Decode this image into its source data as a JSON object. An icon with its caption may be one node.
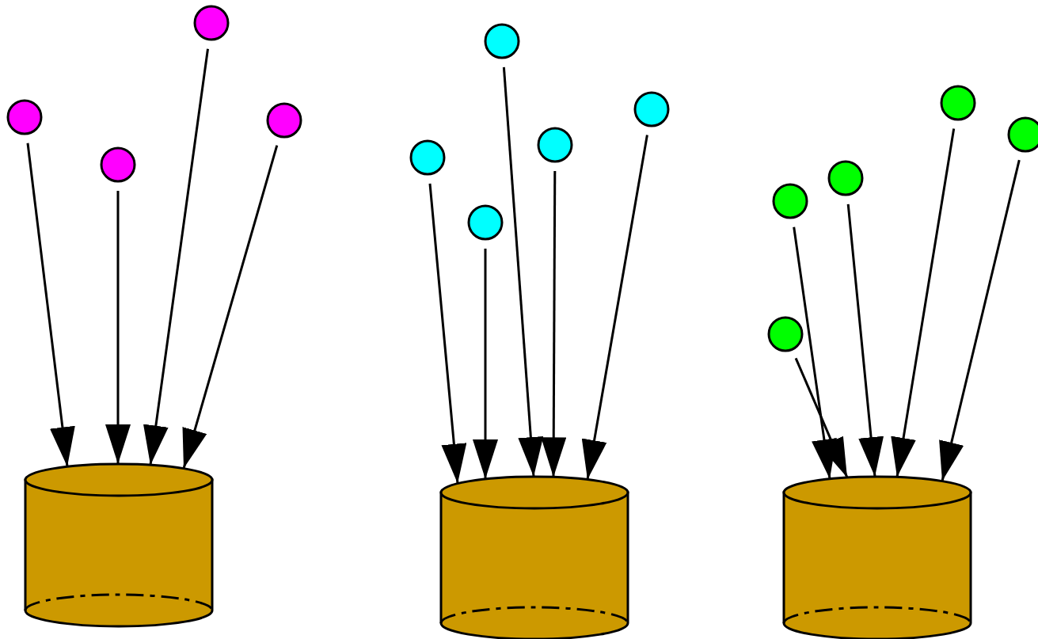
{
  "diagram": {
    "nodes": [
      {
        "text": [],
        "shape": "circle"
      },
      {
        "text": [],
        "shape": "circle"
      },
      {
        "text": [],
        "shape": "circle"
      },
      {
        "text": [],
        "shape": "circle"
      },
      {
        "text": [],
        "shape": "circle"
      },
      {
        "text": [],
        "shape": "circle"
      },
      {
        "text": [],
        "shape": "circle"
      },
      {
        "text": [],
        "shape": "circle"
      },
      {
        "text": [],
        "shape": "circle"
      },
      {
        "text": [],
        "shape": "circle"
      },
      {
        "text": [],
        "shape": "circle"
      },
      {
        "text": [],
        "shape": "circle"
      },
      {
        "text": [],
        "shape": "circle"
      },
      {
        "text": [],
        "shape": "circle"
      },
      {
        "text": [],
        "shape": "cylinder"
      },
      {
        "text": [],
        "shape": "cylinder"
      },
      {
        "text": [],
        "shape": "cylinder"
      }
    ],
    "edges": [
      {
        "from": 0,
        "to": 14,
        "arrow": "to"
      },
      {
        "from": 1,
        "to": 14,
        "arrow": "to"
      },
      {
        "from": 2,
        "to": 14,
        "arrow": "to"
      },
      {
        "from": 3,
        "to": 14,
        "arrow": "to"
      },
      {
        "from": 4,
        "to": 15,
        "arrow": "to"
      },
      {
        "from": 5,
        "to": 15,
        "arrow": "to"
      },
      {
        "from": 6,
        "to": 15,
        "arrow": "to"
      },
      {
        "from": 7,
        "to": 15,
        "arrow": "to"
      },
      {
        "from": 8,
        "to": 15,
        "arrow": "to"
      },
      {
        "from": 9,
        "to": 16,
        "arrow": "to"
      },
      {
        "from": 10,
        "to": 16,
        "arrow": "to"
      },
      {
        "from": 11,
        "to": 16,
        "arrow": "to"
      },
      {
        "from": 12,
        "to": 16,
        "arrow": "to"
      },
      {
        "from": 13,
        "to": 16,
        "arrow": "to"
      }
    ]
  }
}
